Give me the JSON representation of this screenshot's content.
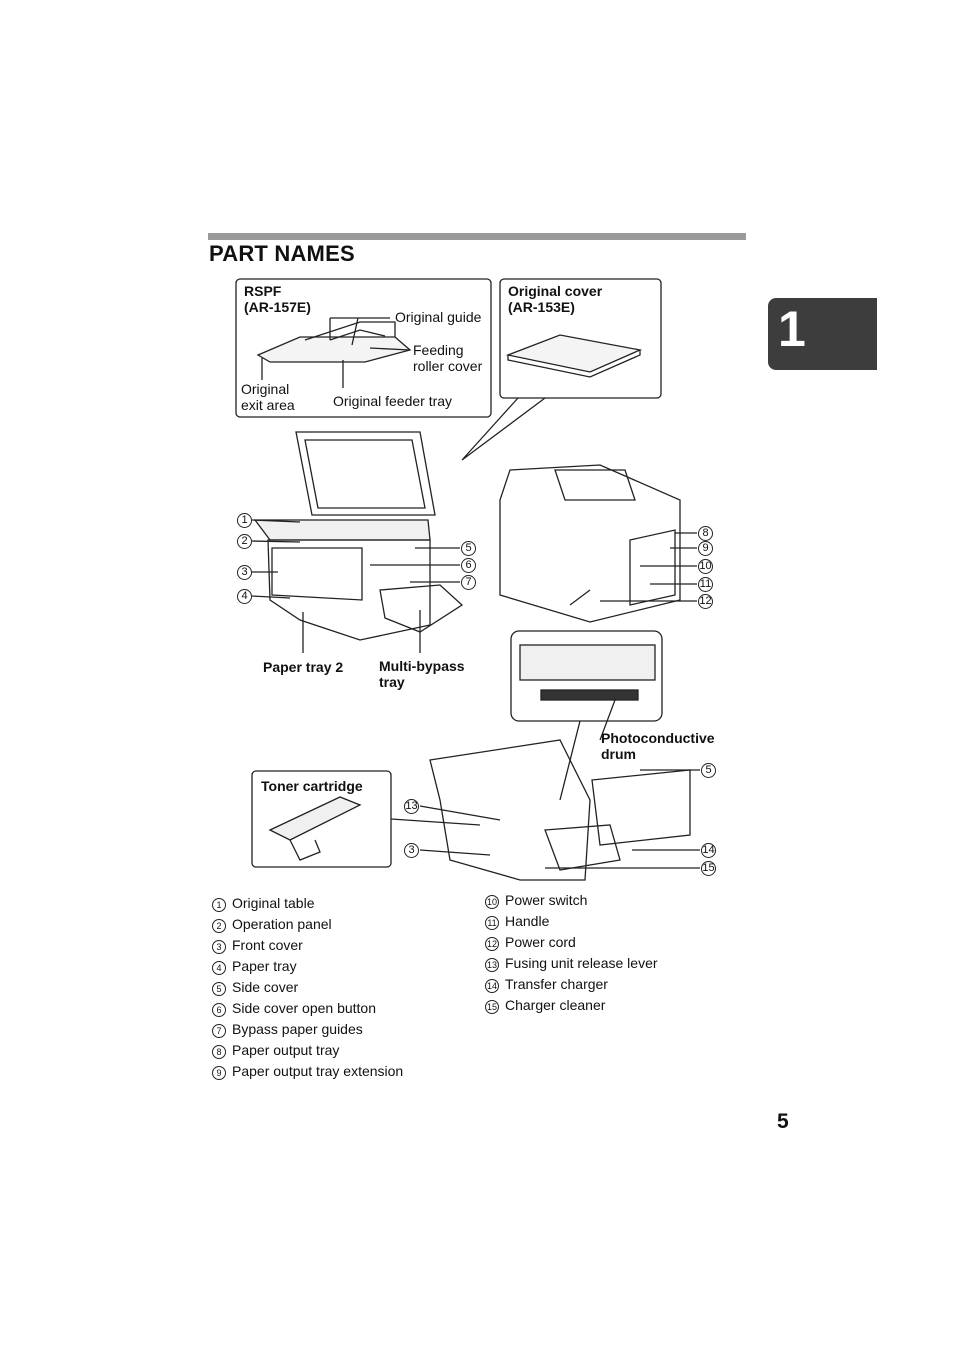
{
  "heading": "PART NAMES",
  "chapter_tab": "1",
  "page_number": "5",
  "callouts": {
    "rspf": "RSPF\n(AR-157E)",
    "original_guide": "Original guide",
    "feeding_roller_cover": "Feeding\nroller cover",
    "original_exit_area": "Original\nexit area",
    "original_feeder_tray": "Original feeder tray",
    "original_cover": "Original cover\n(AR-153E)",
    "paper_tray_2": "Paper tray 2",
    "multi_bypass_tray": "Multi-bypass\ntray",
    "photoconductive_drum": "Photoconductive\ndrum",
    "toner_cartridge": "Toner cartridge"
  },
  "figure_numbers": [
    "1",
    "2",
    "3",
    "4",
    "5",
    "6",
    "7",
    "8",
    "9",
    "10",
    "11",
    "12",
    "13",
    "3",
    "5",
    "14",
    "15"
  ],
  "legend_left": [
    {
      "num": "1",
      "label": "Original table"
    },
    {
      "num": "2",
      "label": "Operation panel"
    },
    {
      "num": "3",
      "label": "Front cover"
    },
    {
      "num": "4",
      "label": "Paper tray"
    },
    {
      "num": "5",
      "label": "Side cover"
    },
    {
      "num": "6",
      "label": "Side cover open button"
    },
    {
      "num": "7",
      "label": "Bypass paper guides"
    },
    {
      "num": "8",
      "label": "Paper output tray"
    },
    {
      "num": "9",
      "label": "Paper output tray extension"
    }
  ],
  "legend_right": [
    {
      "num": "10",
      "label": "Power switch"
    },
    {
      "num": "11",
      "label": "Handle"
    },
    {
      "num": "12",
      "label": "Power cord"
    },
    {
      "num": "13",
      "label": "Fusing unit release lever"
    },
    {
      "num": "14",
      "label": "Transfer charger"
    },
    {
      "num": "15",
      "label": "Charger cleaner"
    }
  ]
}
